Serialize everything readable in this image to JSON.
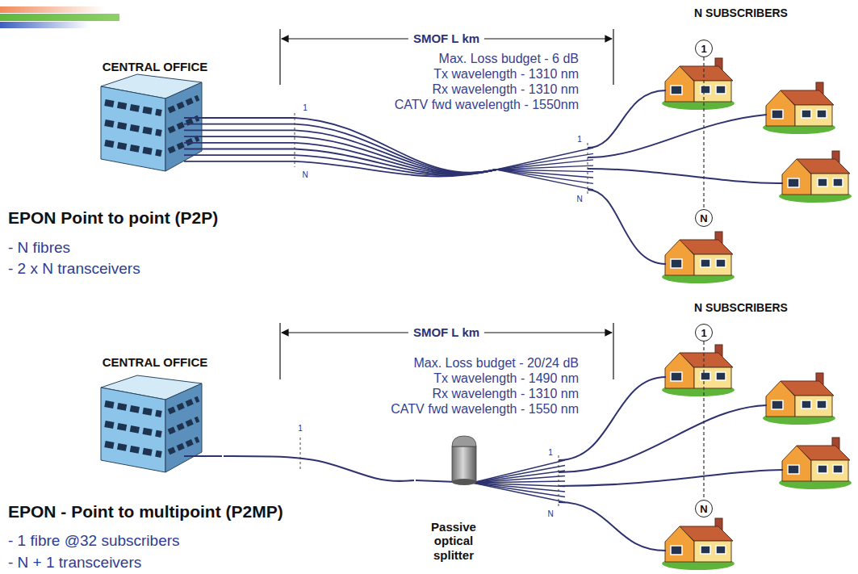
{
  "diagram": {
    "nodes": [
      {
        "text": [
          "CENTRAL OFFICE"
        ]
      },
      {
        "text": [
          "1"
        ]
      },
      {
        "text": [
          "N"
        ]
      },
      {
        "text": [
          "CENTRAL OFFICE"
        ]
      },
      {
        "text": [
          "Passive optical splitter"
        ]
      },
      {
        "text": [
          "1"
        ]
      },
      {
        "text": [
          "N"
        ]
      }
    ],
    "edges": [
      {
        "from": 1,
        "to": 2,
        "arrow": "none"
      },
      {
        "from": 3,
        "to": 4,
        "arrow": "none"
      },
      {
        "from": 5,
        "to": 6,
        "arrow": "none"
      }
    ],
    "labels": [
      "SMOF L km",
      "Max. Loss budget - 6 dB",
      "Tx wavelength - 1310 nm",
      "Rx wavelength - 1310 nm",
      "CATV fwd wavelength - 1550nm",
      "N SUBSCRIBERS",
      "1",
      "N",
      "1",
      "N",
      "EPON Point to point (P2P)",
      "- N fibres",
      "- 2 x N transceivers",
      "SMOF L km",
      "Max. Loss budget - 20/24 dB",
      "Tx wavelength - 1490 nm",
      "Rx wavelength - 1310 nm",
      "CATV fwd wavelength - 1550 nm",
      "N SUBSCRIBERS",
      "1",
      "1",
      "N",
      "EPON - Point to multipoint (P2MP)",
      "- 1 fibre @32 subscribers",
      "- N + 1 transceivers"
    ]
  }
}
